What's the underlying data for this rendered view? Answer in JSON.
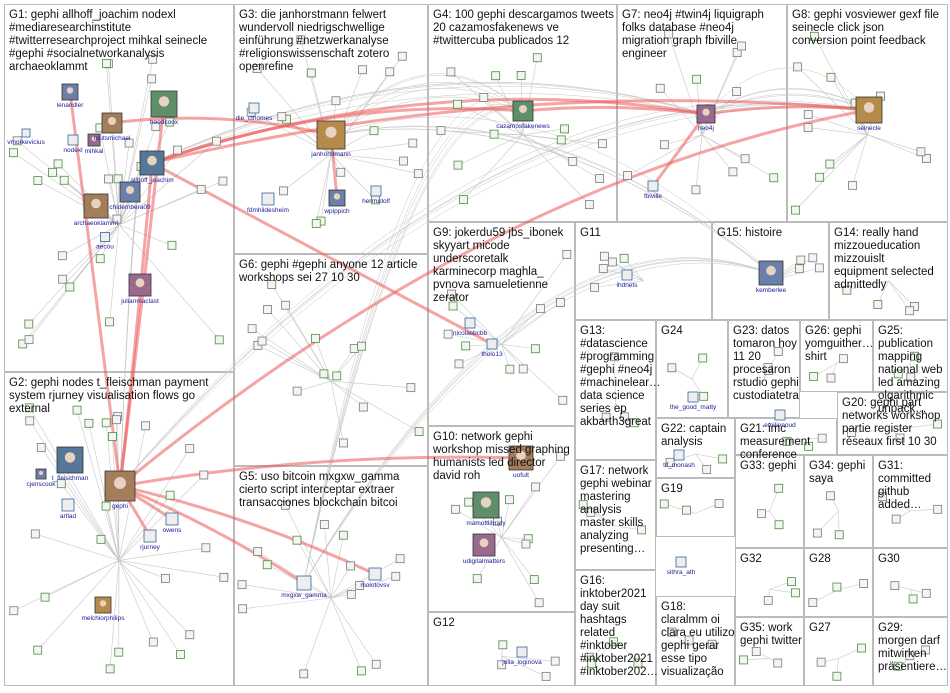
{
  "colors": {
    "box_border": "#bbbbbb",
    "edge_grey": "#c8c8c8",
    "edge_red": "#ec5a5a",
    "node_label": "#1a1a99"
  },
  "groups": [
    {
      "id": "G1",
      "lines": [
        "G1: gephi allhoff_joachim nodexl",
        "#mediaresearchinstitute",
        "#twitterresearchproject mihkal seinecle",
        "#gephi #socialnetworkanalysis",
        "archaeoklammt"
      ]
    },
    {
      "id": "G2",
      "lines": [
        "G2: gephi nodes t_fleischman payment",
        "system rjurney visualisation flows go",
        "external"
      ]
    },
    {
      "id": "G3",
      "lines": [
        "G3: die janhorstmann felwert",
        "wundervoll niedrigschwellige",
        "einführung #netzwerkanalyse",
        "#religionswissenschaft zotero",
        "openrefine"
      ]
    },
    {
      "id": "G4",
      "lines": [
        "G4: 100 gephi descargamos tweets",
        "20 cazamosfakenews ve",
        "#twittercuba publicados 12"
      ]
    },
    {
      "id": "G5",
      "lines": [
        "G5: uso bitcoin mxgxw_gamma",
        "cierto script interceptar extraer",
        "transacciones blockchain bitcoi"
      ]
    },
    {
      "id": "G6",
      "lines": [
        "G6: gephi #gephi anyone 12 article",
        "workshops sei 27 10 30"
      ]
    },
    {
      "id": "G7",
      "lines": [
        "G7: neo4j #twin4j liquigraph",
        "folks database #neo4j",
        "migration graph fbiville",
        "engineer"
      ]
    },
    {
      "id": "G8",
      "lines": [
        "G8: gephi vosviewer gexf file",
        "seinecle click json",
        "conversion point feedback"
      ]
    },
    {
      "id": "G9",
      "lines": [
        "G9: jokerdu59 jbs_ibonek",
        "skyyart micode",
        "underscoretalk",
        "karminecorp maghla_",
        "pvnova samueletienne",
        "zerator"
      ]
    },
    {
      "id": "G10",
      "lines": [
        "G10: network gephi",
        "workshop missed graphing",
        "humanists led director",
        "david roh"
      ]
    },
    {
      "id": "G11",
      "lines": [
        "G11"
      ]
    },
    {
      "id": "G12",
      "lines": [
        "G12"
      ]
    },
    {
      "id": "G13",
      "lines": [
        "G13:",
        "#datascience",
        "#programming",
        "#gephi #neo4j",
        "#machinelear…",
        "data science",
        "series ep",
        "akbarth3great"
      ]
    },
    {
      "id": "G14",
      "lines": [
        "G14: really hand",
        "mizzoueducation",
        "mizzouislt",
        "equipment selected",
        "admittedly"
      ]
    },
    {
      "id": "G15",
      "lines": [
        "G15: histoire"
      ]
    },
    {
      "id": "G16",
      "lines": [
        "G16:",
        "inktober2021",
        "day suit",
        "hashtags",
        "related",
        "#inktober",
        "#inktober2021",
        "#inktober202…"
      ]
    },
    {
      "id": "G17",
      "lines": [
        "G17:  network",
        "gephi webinar",
        "mastering",
        "analysis",
        "master skills",
        "analyzing",
        "presenting…"
      ]
    },
    {
      "id": "G18",
      "lines": [
        "G18:",
        "claralmm oi",
        "clara eu utilizo",
        "gephi gerar",
        "esse tipo",
        "visualização"
      ]
    },
    {
      "id": "G19",
      "lines": [
        "G19"
      ]
    },
    {
      "id": "G20",
      "lines": [
        "G20: gephi part",
        "networks workshop",
        "partie register",
        "réseaux first 10 30"
      ]
    },
    {
      "id": "G21",
      "lines": [
        "G21: imc",
        "measurement",
        "conference"
      ]
    },
    {
      "id": "G22",
      "lines": [
        "G22: captain",
        "analysis"
      ]
    },
    {
      "id": "G23",
      "lines": [
        "G23: datos",
        "tomaron hoy",
        "11 20",
        "procesaron",
        "rstudio gephi",
        "custodiatetra"
      ]
    },
    {
      "id": "G24",
      "lines": [
        "G24"
      ]
    },
    {
      "id": "G25",
      "lines": [
        "G25:",
        "publication",
        "mapping",
        "national web",
        "led amazing",
        "olgarithmic",
        "unpack…"
      ]
    },
    {
      "id": "G26",
      "lines": [
        "G26: gephi",
        "yomguither…",
        "shirt"
      ]
    },
    {
      "id": "G27",
      "lines": [
        "G27"
      ]
    },
    {
      "id": "G28",
      "lines": [
        "G28"
      ]
    },
    {
      "id": "G29",
      "lines": [
        "G29:",
        "morgen darf",
        "mitwirken",
        "präsentiere…"
      ]
    },
    {
      "id": "G30",
      "lines": [
        "G30"
      ]
    },
    {
      "id": "G31",
      "lines": [
        "G31:",
        "committed",
        "github",
        "added…"
      ]
    },
    {
      "id": "G32",
      "lines": [
        "G32"
      ]
    },
    {
      "id": "G33",
      "lines": [
        "G33: gephi"
      ]
    },
    {
      "id": "G34",
      "lines": [
        "G34: gephi",
        "saya"
      ]
    },
    {
      "id": "G35",
      "lines": [
        "G35: work",
        "gephi twitter"
      ]
    }
  ],
  "nodes": [
    {
      "id": "lenandler",
      "label": "lenandler",
      "kind": "photo"
    },
    {
      "id": "routsmichael",
      "label": "routsmichael",
      "kind": "photo"
    },
    {
      "id": "hoodcoox",
      "label": "hoodcoox",
      "kind": "photo"
    },
    {
      "id": "mihkal",
      "label": "mihkal",
      "kind": "photo"
    },
    {
      "id": "nodexl",
      "label": "nodexl",
      "kind": "small"
    },
    {
      "id": "vmorkevicius",
      "label": "vmorkevicius",
      "kind": "small"
    },
    {
      "id": "allhoff_joachim",
      "label": "allhoff_joachim",
      "kind": "photo"
    },
    {
      "id": "chidembera09",
      "label": "chidembera09",
      "kind": "photo"
    },
    {
      "id": "archaeoklammt",
      "label": "archaeoklammt",
      "kind": "photo"
    },
    {
      "id": "aecou",
      "label": "aecou",
      "kind": "small"
    },
    {
      "id": "julianmaclast",
      "label": "julianmaclast",
      "kind": "photo"
    },
    {
      "id": "die_cthomes",
      "label": "die_cthomes",
      "kind": "small"
    },
    {
      "id": "janhorstmann",
      "label": "janhorstmann",
      "kind": "photo"
    },
    {
      "id": "fdmhildesheim",
      "label": "fdmhildesheim",
      "kind": "small"
    },
    {
      "id": "wpippich",
      "label": "wpippich",
      "kind": "photo"
    },
    {
      "id": "herrrudolf",
      "label": "herrrudolf",
      "kind": "small"
    },
    {
      "id": "cazamosfakenews",
      "label": "cazamosfakenews",
      "kind": "photo"
    },
    {
      "id": "neo4j",
      "label": "neo4j",
      "kind": "photo"
    },
    {
      "id": "fbiville",
      "label": "fbiville",
      "kind": "small"
    },
    {
      "id": "seinecle",
      "label": "seinecle",
      "kind": "photo"
    },
    {
      "id": "ihdnets",
      "label": "ihdnets",
      "kind": "small"
    },
    {
      "id": "kemberlee",
      "label": "kemberlee",
      "kind": "photo"
    },
    {
      "id": "nicolasbcbb",
      "label": "nicolasbcbb",
      "kind": "small"
    },
    {
      "id": "tholo13",
      "label": "tholo13",
      "kind": "small"
    },
    {
      "id": "the_good_matty",
      "label": "the_good_matty",
      "kind": "small"
    },
    {
      "id": "tif_monash",
      "label": "tif_monash",
      "kind": "small"
    },
    {
      "id": "emilienoud",
      "label": "emilienoud",
      "kind": "small"
    },
    {
      "id": "t_fleischman",
      "label": "t_fleischman",
      "kind": "photo"
    },
    {
      "id": "cjenscook",
      "label": "cjenscook",
      "kind": "photo"
    },
    {
      "id": "gephi",
      "label": "gephi",
      "kind": "photo"
    },
    {
      "id": "artlad",
      "label": "artlad",
      "kind": "small"
    },
    {
      "id": "owens",
      "label": "owens",
      "kind": "small"
    },
    {
      "id": "rjurney",
      "label": "rjurney",
      "kind": "small"
    },
    {
      "id": "melchiorphilips",
      "label": "melchiorphilips",
      "kind": "photo"
    },
    {
      "id": "mxgxw_gamma",
      "label": "mxgxw_gamma",
      "kind": "small"
    },
    {
      "id": "molotovsv",
      "label": "molotovsv",
      "kind": "small"
    },
    {
      "id": "uofult",
      "label": "uofult",
      "kind": "photo"
    },
    {
      "id": "mamottlibrary",
      "label": "mamottlibrary",
      "kind": "photo"
    },
    {
      "id": "udigitalmatters",
      "label": "udigitalmatters",
      "kind": "photo"
    },
    {
      "id": "julia_loginova",
      "label": "julia_loginova",
      "kind": "small"
    },
    {
      "id": "sithra_ath",
      "label": "sithra_ath",
      "kind": "small"
    }
  ]
}
